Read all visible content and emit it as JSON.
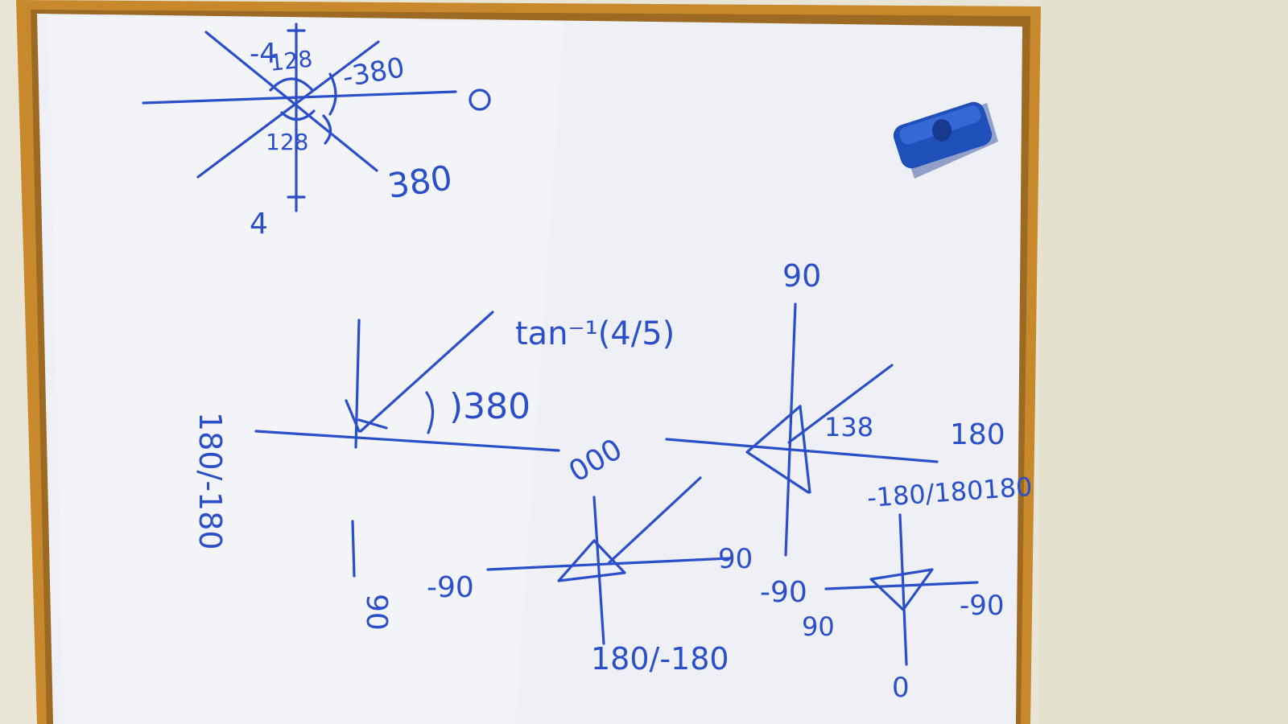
{
  "board_text": {
    "tl_neg4": "-4",
    "tl_128_top": "128",
    "tl_neg380": "-380",
    "tl_zero": "0",
    "tl_128_bottom": "128",
    "tl_380": "380",
    "tl_4": "4",
    "mid_tan": "tan⁻¹(4/5)",
    "mid_380": ")380",
    "mid_180": "180/-180",
    "mid_90": "90",
    "c_000": "000",
    "c_neg90": "-90",
    "c_90": "90",
    "c_180": "180/-180",
    "r_90_top": "90",
    "r_138": "138",
    "r_180": "180",
    "r_neg90": "-90",
    "r_90_small": "90",
    "br_range": "-180/180180",
    "br_neg90": "-90",
    "br_0": "0"
  },
  "colors": {
    "marker_ink": "#2a4fc9",
    "board": "#f1f3f8",
    "frame": "#c88a2e",
    "eraser": "#1f4fb8",
    "wall": "#e9e6d9"
  },
  "icons": {
    "eraser": "whiteboard-eraser-icon"
  }
}
